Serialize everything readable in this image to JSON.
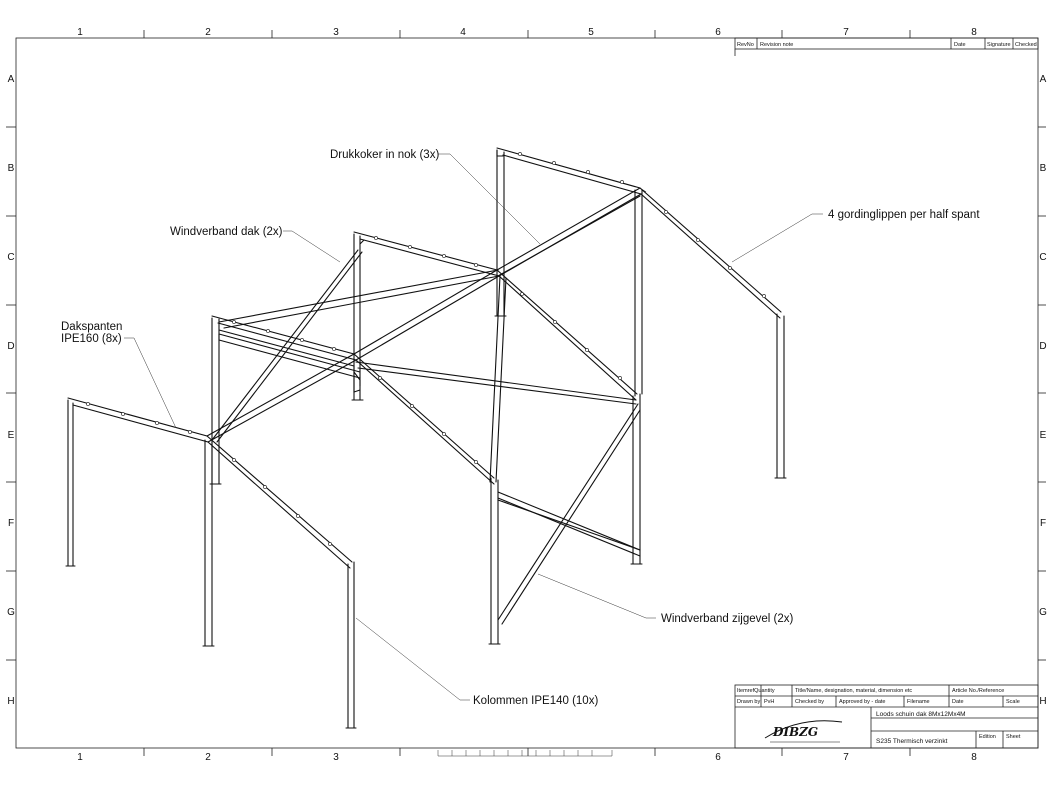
{
  "zones": {
    "columns": [
      "1",
      "2",
      "3",
      "4",
      "5",
      "6",
      "7",
      "8"
    ],
    "rows": [
      "A",
      "B",
      "C",
      "D",
      "E",
      "F",
      "G",
      "H"
    ]
  },
  "revision_block": {
    "revno": "RevNo",
    "revision_note": "Revision note",
    "date": "Date",
    "signature": "Signature",
    "checked": "Checked"
  },
  "title_block": {
    "itemref": "ItemrefQuantity",
    "quantity": "Quantity",
    "title_header": "Title/Name, designation, material, dimension etc",
    "article_header": "Article No./Reference",
    "drawn_by_label": "Drawn by",
    "drawn_by_value": "PvH",
    "checked_by": "Checked by",
    "approved_by": "Approved by - date",
    "filename": "Filename",
    "date": "Date",
    "scale": "Scale",
    "title": "Loods schuin dak 8Mx12Mx4M",
    "material": "S235 Thermisch verzinkt",
    "edition": "Edition",
    "sheet": "Sheet",
    "logo_text": "DIBZG"
  },
  "callouts": {
    "drukkoker": "Drukkoker in nok (3x)",
    "windverband_dak": "Windverband dak (2x)",
    "gordinglippen": "4 gordinglippen per half spant",
    "dakspanten_1": "Dakspanten",
    "dakspanten_2": "IPE160 (8x)",
    "windverband_zijgevel": "Windverband zijgevel (2x)",
    "kolommen": "Kolommen IPE140 (10x)"
  }
}
